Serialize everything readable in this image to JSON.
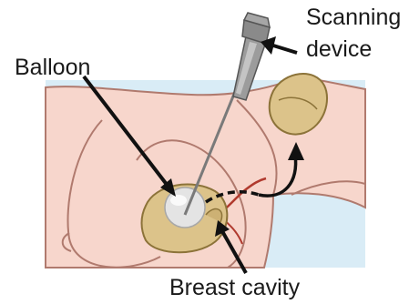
{
  "labels": {
    "balloon": "Balloon",
    "scanning_line1": "Scanning",
    "scanning_line2": "device",
    "breast_cavity": "Breast cavity"
  },
  "colors": {
    "background": "#ffffff",
    "panel_bg": "#d9ecf6",
    "skin": "#f7d6cc",
    "skin_outline": "#b07a6e",
    "cavity_fill": "#dcc38a",
    "cavity_outline": "#8c7339",
    "balloon_fill": "#e4e4e4",
    "device_body": "#9c9c9c",
    "arrow": "#111111",
    "vessel": "#b03a2e"
  }
}
